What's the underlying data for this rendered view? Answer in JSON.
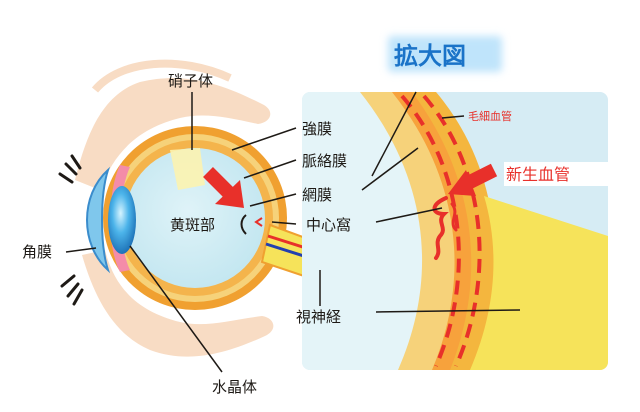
{
  "title": "拡大図",
  "labels": {
    "vitreous": "硝子体",
    "sclera": "強膜",
    "choroid": "脈絡膜",
    "retina": "網膜",
    "macula": "黄斑部",
    "fovea": "中心窩",
    "cornea": "角膜",
    "optic_nerve": "視神経",
    "lens": "水晶体",
    "capillary": "毛細血管",
    "new_vessels": "新生血管"
  },
  "colors": {
    "sclera_orange": "#f0a030",
    "vitreous_yellow": "#fcf3b0",
    "skin": "#f8dcc4",
    "iris_blue": "#2f98d8",
    "inset_bg": "#d6ecf4",
    "vessel_red": "#e8302a",
    "title_blue": "#1a73c8"
  }
}
